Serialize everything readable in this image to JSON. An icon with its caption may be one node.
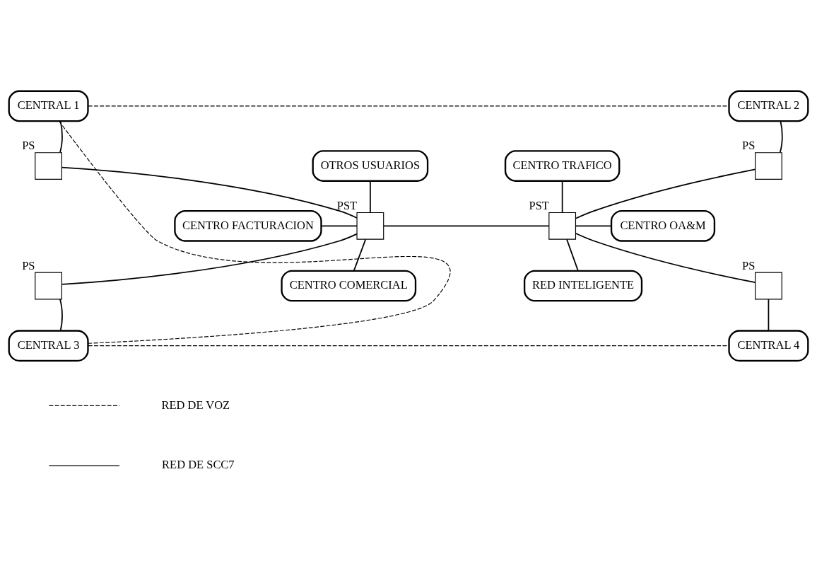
{
  "diagram": {
    "nodes": [
      {
        "text": [
          "CENTRAL 1"
        ]
      },
      {
        "text": [
          "CENTRAL 2"
        ]
      },
      {
        "text": [],
        "shape": "box",
        "beside": [
          "PS"
        ]
      },
      {
        "text": [],
        "shape": "box",
        "beside": [
          "PS"
        ]
      },
      {
        "text": [
          "CENTRO TRAFICO"
        ]
      },
      {
        "text": [
          "OTROS USUARIOS"
        ]
      },
      {
        "text": [
          "CENTRO FACTURACION"
        ]
      },
      {
        "text": [],
        "shape": "box",
        "beside": [
          "PST"
        ]
      },
      {
        "text": [],
        "shape": "box",
        "beside": [
          "PST"
        ]
      },
      {
        "text": [
          "CENTRO OA&M"
        ]
      },
      {
        "text": [
          "CENTRO COMERCIAL"
        ]
      },
      {
        "text": [
          "RED INTELIGENTE"
        ]
      },
      {
        "text": [],
        "shape": "box",
        "beside": [
          "PS"
        ]
      },
      {
        "text": [],
        "shape": "box",
        "beside": [
          "PS"
        ]
      },
      {
        "text": [
          "CENTRAL 3"
        ]
      },
      {
        "text": [
          "CENTRAL 4"
        ]
      }
    ],
    "edges": [
      {
        "from": 0,
        "to": 2,
        "arrow": "none"
      },
      {
        "from": 1,
        "to": 3,
        "arrow": "none"
      },
      {
        "from": 2,
        "to": 7,
        "arrow": "none"
      },
      {
        "from": 5,
        "to": 7,
        "arrow": "none"
      },
      {
        "from": 6,
        "to": 7,
        "arrow": "none"
      },
      {
        "from": 7,
        "to": 8,
        "arrow": "none"
      },
      {
        "from": 7,
        "to": 12,
        "arrow": "none"
      },
      {
        "from": 7,
        "to": 10,
        "arrow": "none"
      },
      {
        "from": 4,
        "to": 8,
        "arrow": "none"
      },
      {
        "from": 3,
        "to": 8,
        "arrow": "none"
      },
      {
        "from": 8,
        "to": 9,
        "arrow": "none"
      },
      {
        "from": 8,
        "to": 11,
        "arrow": "none"
      },
      {
        "from": 8,
        "to": 13,
        "arrow": "none"
      },
      {
        "from": 12,
        "to": 14,
        "arrow": "none"
      },
      {
        "from": 13,
        "to": 15,
        "arrow": "none"
      },
      {
        "from": 0,
        "to": 1,
        "arrow": "none",
        "style": "dashed"
      },
      {
        "from": 0,
        "to": 14,
        "arrow": "none",
        "style": "dashed"
      },
      {
        "from": 14,
        "to": 15,
        "arrow": "none",
        "style": "dashed"
      }
    ],
    "legend": [
      {
        "text": "RED DE VOZ"
      },
      {
        "text": "RED DE SCC7"
      }
    ]
  }
}
